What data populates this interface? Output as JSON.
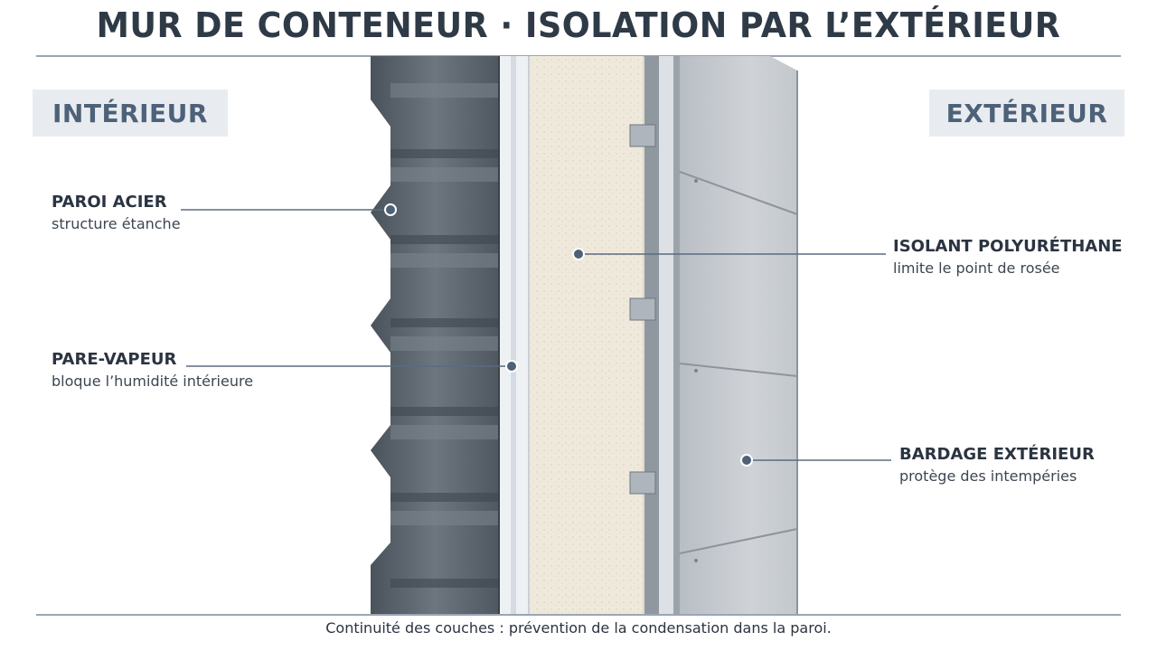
{
  "header": {
    "title": "MUR DE CONTENEUR · ISOLATION PAR L’EXTÉRIEUR"
  },
  "sides": {
    "interior": "INTÉRIEUR",
    "exterior": "EXTÉRIEUR"
  },
  "callouts": {
    "paroi": {
      "title": "PAROI ACIER",
      "subtitle": "structure étanche"
    },
    "pare_vapeur": {
      "title": "PARE-VAPEUR",
      "subtitle": "bloque l’humidité intérieure"
    },
    "isolant": {
      "title": "ISOLANT POLYURÉTHANE",
      "subtitle": "limite le point de rosée"
    },
    "bardage": {
      "title": "BARDAGE EXTÉRIEUR",
      "subtitle": "protège des intempéries"
    }
  },
  "footer": {
    "caption": "Continuité des couches : prévention de la condensation dans la paroi."
  },
  "colors": {
    "title": "#2f3a47",
    "accent": "#4d6179",
    "steel": "#5d6670",
    "insulation": "#efe9dc",
    "cladding": "#c9cdd2",
    "leader": "#5a6b80"
  }
}
